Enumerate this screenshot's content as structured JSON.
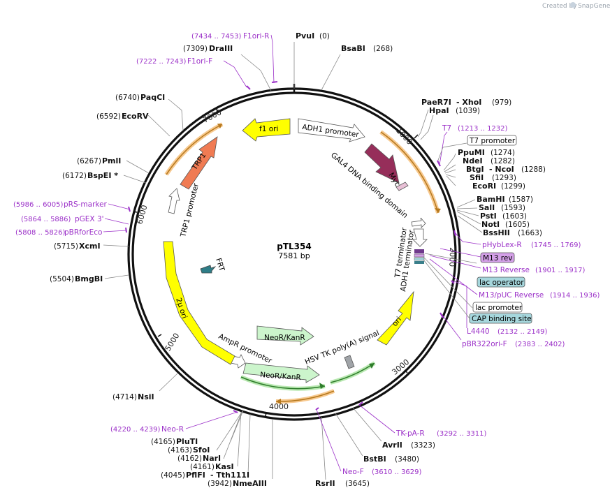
{
  "header": {
    "created_by": "Created by",
    "brand": "SnapGene"
  },
  "plasmid": {
    "name": "pTL354",
    "size": "7581 bp",
    "length_bp": 7581
  },
  "ticks": [
    "1000",
    "2000",
    "3000",
    "4000",
    "5000",
    "6000",
    "7000"
  ],
  "features": {
    "f1_ori": "f1 ori",
    "adh1_promoter": "ADH1 promoter",
    "gal4_dbd": "GAL4 DNA binding domain",
    "myc": "Myc",
    "t7_terminator": "T7 terminator",
    "adh1_terminator": "ADH1 terminator",
    "ori": "ori",
    "hsv_tk": "HSV TK poly(A) signal",
    "neo_inner": "NeoR/KanR",
    "neo_outer": "NeoR/KanR",
    "ampr_promoter": "AmpR promoter",
    "two_micron": "2μ ori",
    "frt": "FRT",
    "trp1_promoter": "TRP1 promoter",
    "trp1": "TRP1"
  },
  "enzymes_top": [
    {
      "name": "PvuI",
      "pos": "(0)"
    },
    {
      "name": "BsaBI",
      "pos": "(268)"
    },
    {
      "name": "DraIII",
      "pos": "(7309)"
    }
  ],
  "enzymes_right": [
    {
      "name": "PaeR7I",
      "extra": "- XhoI",
      "pos": "(979)"
    },
    {
      "name": "HpaI",
      "pos": "(1039)"
    },
    {
      "name": "PpuMI",
      "pos": "(1274)"
    },
    {
      "name": "NdeI",
      "pos": "(1282)"
    },
    {
      "name": "BtgI",
      "extra": "- NcoI",
      "pos": "(1288)"
    },
    {
      "name": "SfiI",
      "pos": "(1293)"
    },
    {
      "name": "EcoRI",
      "pos": "(1299)"
    },
    {
      "name": "BamHI",
      "pos": "(1587)"
    },
    {
      "name": "SalI",
      "pos": "(1593)"
    },
    {
      "name": "PstI",
      "pos": "(1603)"
    },
    {
      "name": "NotI",
      "pos": "(1605)"
    },
    {
      "name": "BssHII",
      "pos": "(1663)"
    }
  ],
  "enzymes_left": [
    {
      "name": "PaqCI",
      "pos": "(6740)"
    },
    {
      "name": "EcoRV",
      "pos": "(6592)"
    },
    {
      "name": "PmlI",
      "pos": "(6267)"
    },
    {
      "name": "BspEI *",
      "pos": "(6172)"
    },
    {
      "name": "XcmI",
      "pos": "(5715)"
    },
    {
      "name": "BmgBI",
      "pos": "(5504)"
    },
    {
      "name": "NsiI",
      "pos": "(4714)"
    }
  ],
  "enzymes_bottom": [
    {
      "name": "PluTI",
      "pos": "(4165)"
    },
    {
      "name": "SfoI",
      "pos": "(4163)"
    },
    {
      "name": "NarI",
      "pos": "(4162)"
    },
    {
      "name": "KasI",
      "pos": "(4161)"
    },
    {
      "name": "PflFI",
      "extra": "- Tth111I",
      "pos": "(4045)"
    },
    {
      "name": "NmeAIII",
      "pos": "(3942)"
    },
    {
      "name": "RsrII",
      "pos": "(3645)"
    },
    {
      "name": "BstBI",
      "pos": "(3480)"
    },
    {
      "name": "AvrII",
      "pos": "(3323)"
    }
  ],
  "primers": {
    "f1ori_r": {
      "name": "F1ori-R",
      "range": "(7434 .. 7453)"
    },
    "f1ori_f": {
      "name": "F1ori-F",
      "range": "(7222 .. 7243)"
    },
    "t7": {
      "name": "T7",
      "range": "(1213 .. 1232)"
    },
    "phyblex_r": {
      "name": "pHybLex-R",
      "range": "(1745 .. 1769)"
    },
    "m13_reverse": {
      "name": "M13 Reverse",
      "range": "(1901 .. 1917)"
    },
    "m13puc_reverse": {
      "name": "M13/pUC Reverse",
      "range": "(1914 .. 1936)"
    },
    "l4440": {
      "name": "L4440",
      "range": "(2132 .. 2149)"
    },
    "pbr322ori_f": {
      "name": "pBR322ori-F",
      "range": "(2383 .. 2402)"
    },
    "tk_pa_r": {
      "name": "TK-pA-R",
      "range": "(3292 .. 3311)"
    },
    "neo_f": {
      "name": "Neo-F",
      "range": "(3610 .. 3629)"
    },
    "neo_r": {
      "name": "Neo-R",
      "range": "(4220 .. 4239)"
    },
    "prs_marker": {
      "name": "pRS-marker",
      "range": "(5986 .. 6005)"
    },
    "pgex3": {
      "name": "pGEX 3'",
      "range": "(5864 .. 5886)"
    },
    "pbrforeco": {
      "name": "pBRforEco",
      "range": "(5808 .. 5826)"
    }
  },
  "boxed_labels": {
    "t7_promoter": "T7 promoter",
    "m13_rev": "M13 rev",
    "lac_operator": "lac operator",
    "lac_promoter": "lac promoter",
    "cap_binding_site": "CAP binding site"
  },
  "colors": {
    "backbone": "#111111",
    "primer": "#9b30c8",
    "orf_orange": "#f07b53",
    "yellow_ori": "#ffff00",
    "gal4": "#962e5a",
    "neo_green": "#ccf5cc",
    "box_blue": "#a6d7dd",
    "box_violet": "#d4a0e8"
  }
}
